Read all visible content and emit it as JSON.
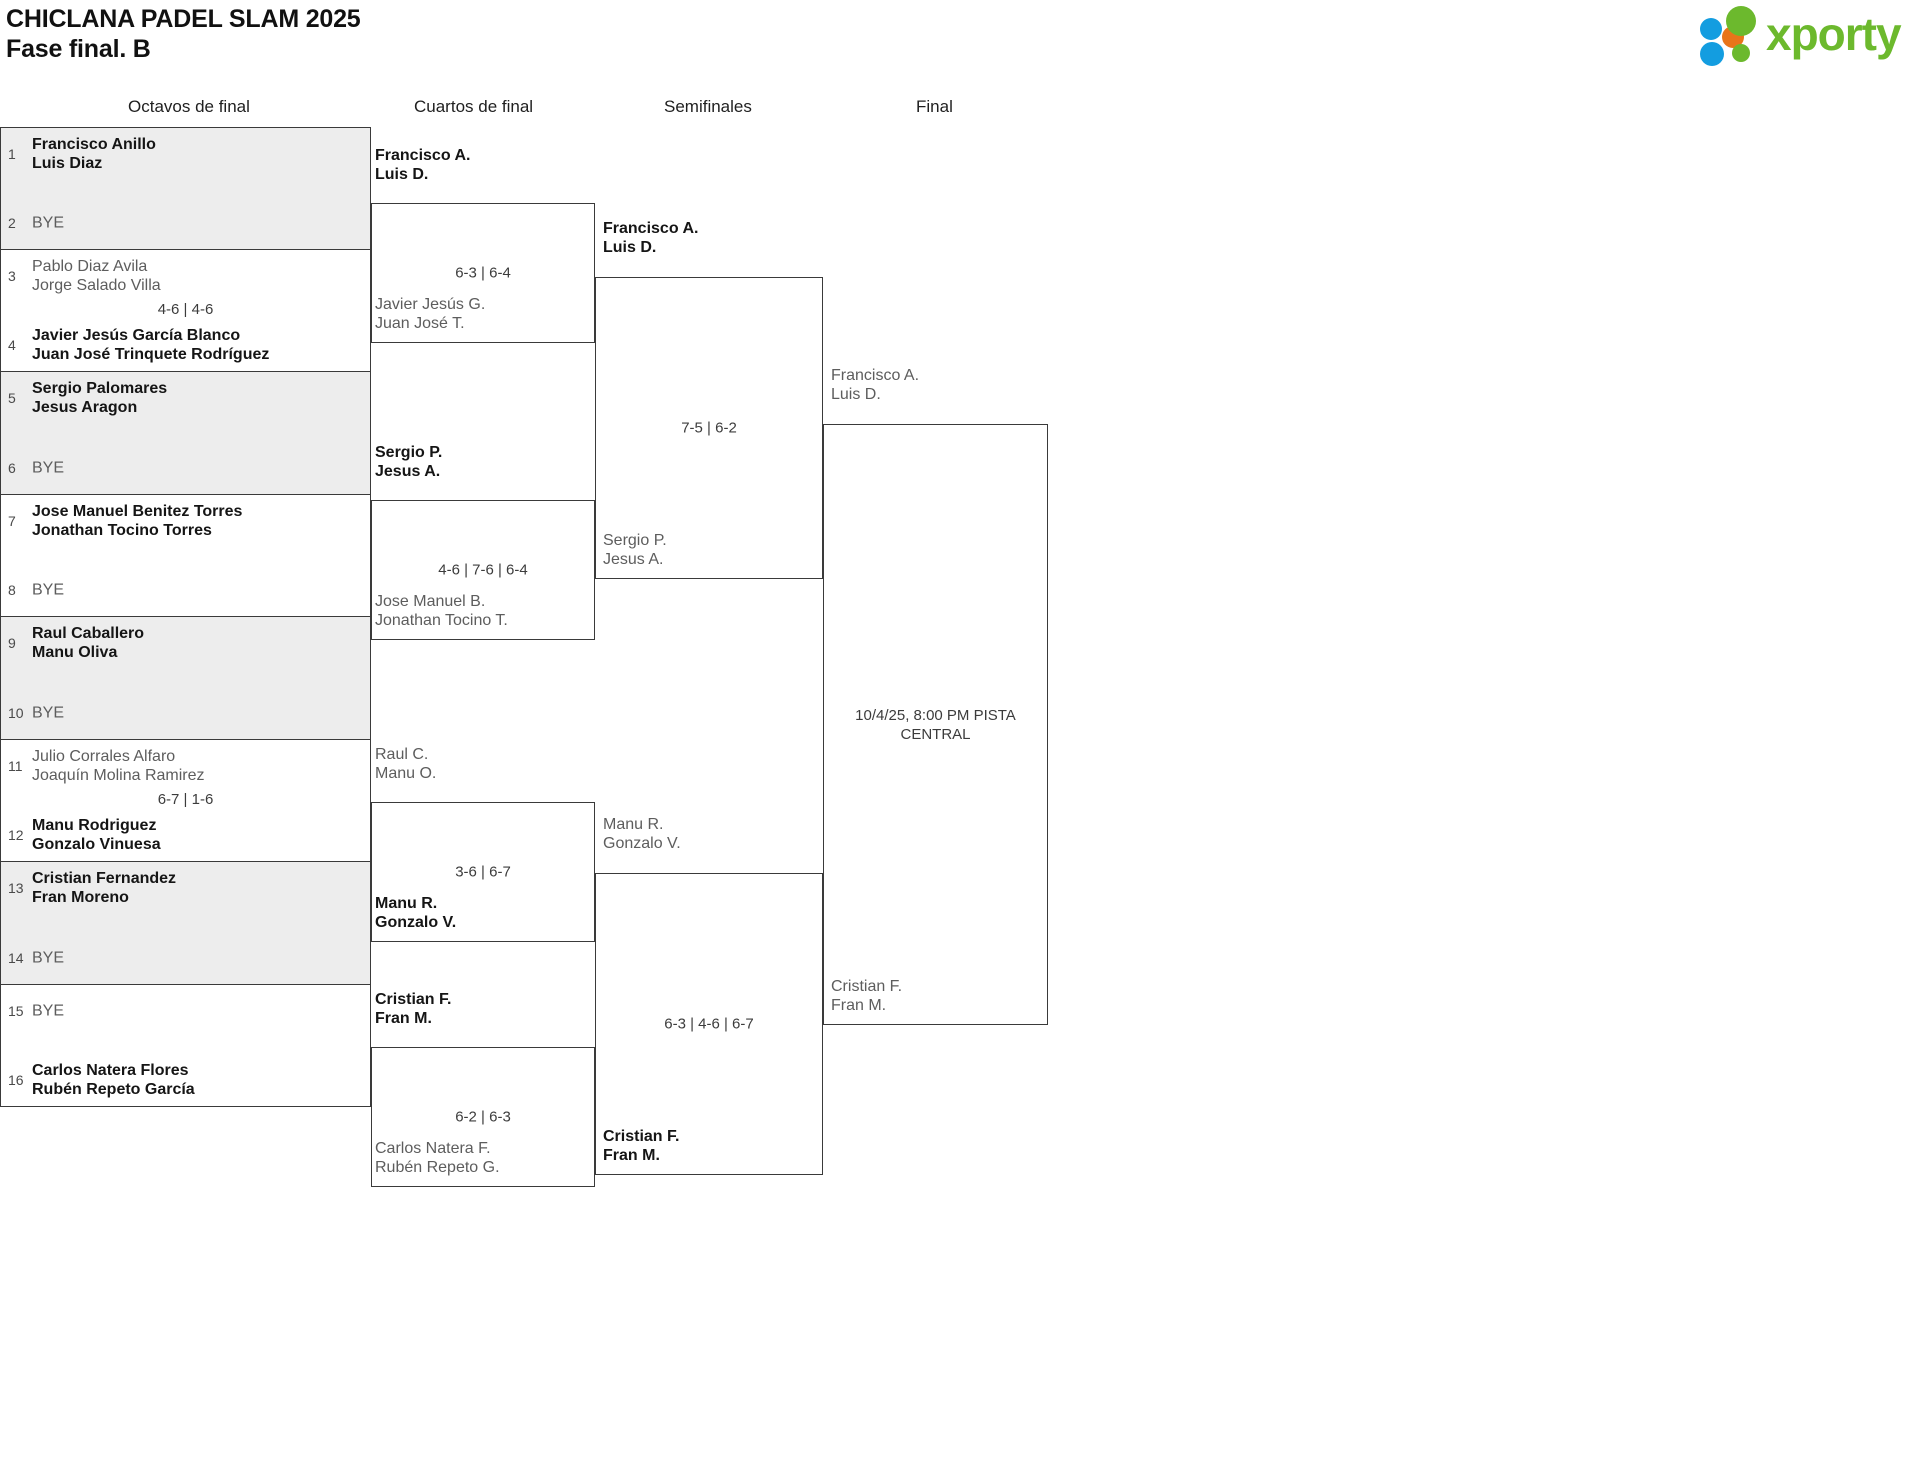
{
  "header": {
    "title": "CHICLANA PADEL SLAM 2025",
    "subtitle": "Fase final. B",
    "logo_text": "xporty",
    "logo_colors": {
      "green": "#6cb92d",
      "orange": "#e8751a",
      "blue": "#139de0"
    }
  },
  "rounds": [
    {
      "label": "Octavos de final"
    },
    {
      "label": "Cuartos de final"
    },
    {
      "label": "Semifinales"
    },
    {
      "label": "Final"
    }
  ],
  "round_of_16": [
    {
      "shade": true,
      "score": "",
      "top": {
        "seed": "1",
        "players": [
          "Francisco Anillo",
          "Luis Diaz"
        ],
        "status": "winner"
      },
      "bottom": {
        "seed": "2",
        "players": [
          "BYE"
        ],
        "status": "bye"
      }
    },
    {
      "shade": false,
      "score": "4-6 | 4-6",
      "top": {
        "seed": "3",
        "players": [
          "Pablo Diaz Avila",
          "Jorge Salado Villa"
        ],
        "status": "loser"
      },
      "bottom": {
        "seed": "4",
        "players": [
          "Javier Jesús García Blanco",
          "Juan José Trinquete Rodríguez"
        ],
        "status": "winner"
      }
    },
    {
      "shade": true,
      "score": "",
      "top": {
        "seed": "5",
        "players": [
          "Sergio Palomares",
          "Jesus Aragon"
        ],
        "status": "winner"
      },
      "bottom": {
        "seed": "6",
        "players": [
          "BYE"
        ],
        "status": "bye"
      }
    },
    {
      "shade": false,
      "score": "",
      "top": {
        "seed": "7",
        "players": [
          "Jose Manuel Benitez Torres",
          "Jonathan Tocino Torres"
        ],
        "status": "winner"
      },
      "bottom": {
        "seed": "8",
        "players": [
          "BYE"
        ],
        "status": "bye"
      }
    },
    {
      "shade": true,
      "score": "",
      "top": {
        "seed": "9",
        "players": [
          "Raul Caballero",
          "Manu Oliva"
        ],
        "status": "winner"
      },
      "bottom": {
        "seed": "10",
        "players": [
          "BYE"
        ],
        "status": "bye"
      }
    },
    {
      "shade": false,
      "score": "6-7 | 1-6",
      "top": {
        "seed": "11",
        "players": [
          "Julio Corrales Alfaro",
          "Joaquín Molina Ramirez"
        ],
        "status": "loser"
      },
      "bottom": {
        "seed": "12",
        "players": [
          "Manu Rodriguez",
          "Gonzalo Vinuesa"
        ],
        "status": "winner"
      }
    },
    {
      "shade": true,
      "score": "",
      "top": {
        "seed": "13",
        "players": [
          "Cristian Fernandez",
          "Fran Moreno"
        ],
        "status": "winner"
      },
      "bottom": {
        "seed": "14",
        "players": [
          "BYE"
        ],
        "status": "bye"
      }
    },
    {
      "shade": false,
      "score": "",
      "top": {
        "seed": "15",
        "players": [
          "BYE"
        ],
        "status": "bye"
      },
      "bottom": {
        "seed": "16",
        "players": [
          "Carlos Natera Flores",
          "Rubén Repeto García"
        ],
        "status": "winner"
      }
    }
  ],
  "quarterfinals": [
    {
      "score": "6-3 | 6-4",
      "top": {
        "players": [
          "Francisco A.",
          "Luis D."
        ],
        "status": "winner"
      },
      "bottom": {
        "players": [
          "Javier Jesús G.",
          "Juan José T."
        ],
        "status": "loser"
      }
    },
    {
      "score": "4-6 | 7-6 | 6-4",
      "top": {
        "players": [
          "Sergio P.",
          "Jesus A."
        ],
        "status": "winner"
      },
      "bottom": {
        "players": [
          "Jose Manuel B.",
          "Jonathan Tocino T."
        ],
        "status": "loser"
      }
    },
    {
      "score": "3-6 | 6-7",
      "top": {
        "players": [
          "Raul C.",
          "Manu O."
        ],
        "status": "loser"
      },
      "bottom": {
        "players": [
          "Manu R.",
          "Gonzalo V."
        ],
        "status": "winner"
      }
    },
    {
      "score": "6-2 | 6-3",
      "top": {
        "players": [
          "Cristian F.",
          "Fran M."
        ],
        "status": "winner"
      },
      "bottom": {
        "players": [
          "Carlos Natera F.",
          "Rubén Repeto G."
        ],
        "status": "loser"
      }
    }
  ],
  "semifinals": [
    {
      "score": "7-5 | 6-2",
      "top": {
        "players": [
          "Francisco A.",
          "Luis D."
        ],
        "status": "winner"
      },
      "bottom": {
        "players": [
          "Sergio P.",
          "Jesus A."
        ],
        "status": "loser"
      }
    },
    {
      "score": "6-3 | 4-6 | 6-7",
      "top": {
        "players": [
          "Manu R.",
          "Gonzalo V."
        ],
        "status": "loser"
      },
      "bottom": {
        "players": [
          "Cristian F.",
          "Fran M."
        ],
        "status": "winner"
      }
    }
  ],
  "final": {
    "schedule": "10/4/25, 8:00 PM PISTA CENTRAL",
    "top": {
      "players": [
        "Francisco A.",
        "Luis D."
      ],
      "status": "pending"
    },
    "bottom": {
      "players": [
        "Cristian F.",
        "Fran M."
      ],
      "status": "pending"
    }
  }
}
